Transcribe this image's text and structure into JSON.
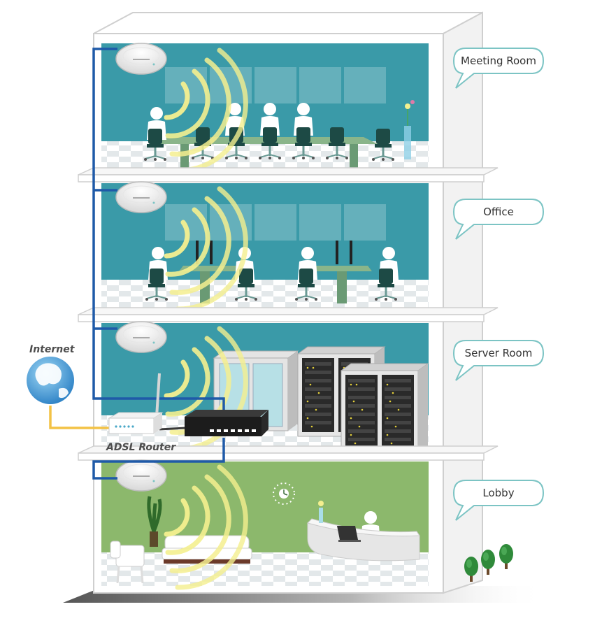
{
  "rooms": [
    {
      "name": "Meeting Room",
      "wall_color": "#3a9aa8"
    },
    {
      "name": "Office",
      "wall_color": "#3a9aa8"
    },
    {
      "name": "Server Room",
      "wall_color": "#3a9aa8"
    },
    {
      "name": "Lobby",
      "wall_color": "#8cb86c"
    }
  ],
  "labels": {
    "internet": "Internet",
    "router": "ADSL Router"
  },
  "colors": {
    "lan_cable": "#1f5aa8",
    "wan_cable": "#f3c245",
    "wifi_waves": "#f4ef8f",
    "bubble_border": "#7cc4c4",
    "building_outline": "#cfcfcf"
  },
  "icons": [
    "ceiling-access-point-icon",
    "wifi-waves-icon",
    "globe-icon",
    "router-icon",
    "network-switch-icon",
    "server-rack-icon",
    "person-icon",
    "clock-icon",
    "tree-icon",
    "plant-icon",
    "laptop-icon"
  ]
}
